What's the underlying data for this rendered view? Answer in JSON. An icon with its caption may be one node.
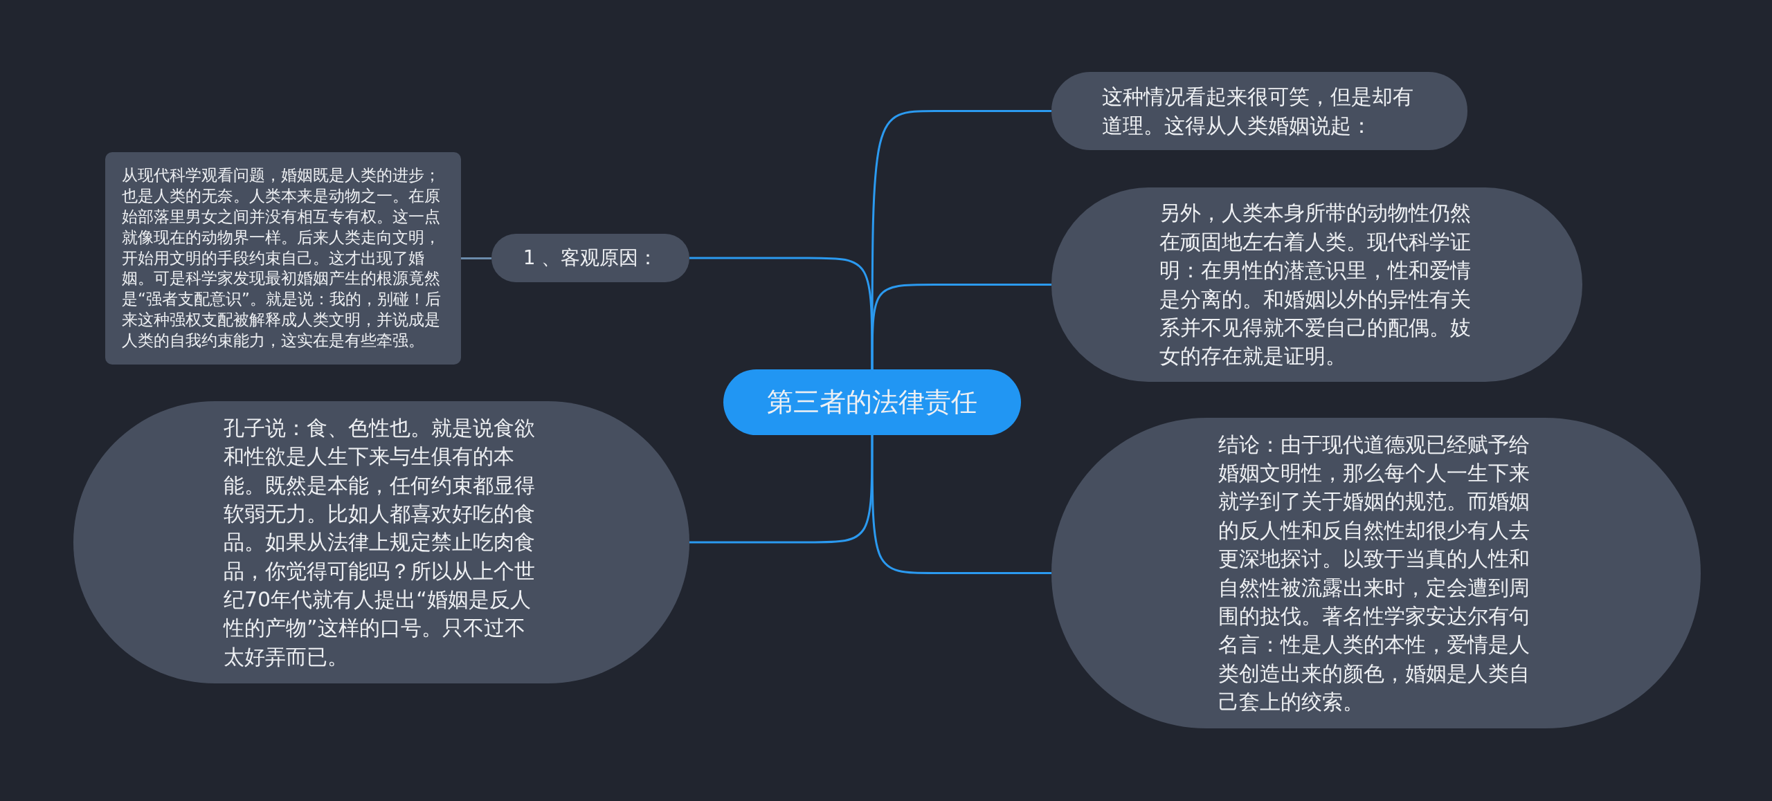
{
  "diagram": {
    "nodes": [
      {
        "text": [
          "第三者的法律责任"
        ]
      },
      {
        "text": [
          "1 、客观原因："
        ]
      },
      {
        "text": [
          "从现代科学观看问题，婚姻既是人类的进步；也是人类的无奈。人类本来是动物之一。在原始部落里男女之间并没有相互专有权。这一点就像现在的动物界一样。后来人类走向文明，开始用文明的手段约束自己。这才出现了婚姻。可是科学家发现最初婚姻产生的根源竟然是“强者支配意识”。就是说：我的，别碰！后来这种强权支配被解释成人类文明，并说成是人类的自我约束能力，这实在是有些牵强。"
        ]
      },
      {
        "text": [
          "孔子说：食、色性也。就是说食欲和性欲是人生下来与生俱有的本能。既然是本能，任何约束都显得软弱无力。比如人都喜欢好吃的食品。如果从法律上规定禁止吃肉食品，你觉得可能吗？所以从上个世纪70年代就有人提出“婚姻是反人性的产物”这样的口号。只不过不太好弄而已。"
        ]
      },
      {
        "text": [
          "这种情况看起来很可笑，但是却有道理。这得从人类婚姻说起："
        ]
      },
      {
        "text": [
          "另外，人类本身所带的动物性仍然在顽固地左右着人类。现代科学证明：在男性的潜意识里，性和爱情是分离的。和婚姻以外的异性有关系并不见得就不爱自己的配偶。妓女的存在就是证明。"
        ]
      },
      {
        "text": [
          "结论：由于现代道德观已经赋予给婚姻文明性，那么每个人一生下来就学到了关于婚姻的规范。而婚姻的反人性和反自然性却很少有人去更深地探讨。以致于当真的人性和自然性被流露出来时，定会遭到周围的挞伐。著名性学家安达尔有句名言：性是人类的本性，爱情是人类创造出来的颜色，婚姻是人类自己套上的绞索。"
        ]
      }
    ],
    "edges": [
      {
        "from": 0,
        "to": 1,
        "arrow": "none"
      },
      {
        "from": 1,
        "to": 2,
        "arrow": "none",
        "color": "#6b8bab"
      },
      {
        "from": 0,
        "to": 3,
        "arrow": "none"
      },
      {
        "from": 0,
        "to": 4,
        "arrow": "none"
      },
      {
        "from": 0,
        "to": 5,
        "arrow": "none"
      },
      {
        "from": 0,
        "to": 6,
        "arrow": "none"
      }
    ]
  }
}
